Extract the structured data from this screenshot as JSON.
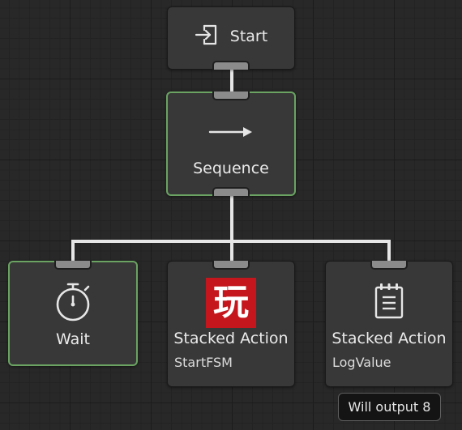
{
  "graph": {
    "nodes": {
      "start": {
        "label": "Start",
        "icon": "enter-icon",
        "selected": false
      },
      "sequence": {
        "label": "Sequence",
        "icon": "arrow-right-icon",
        "selected": true
      },
      "wait": {
        "label": "Wait",
        "icon": "stopwatch-icon",
        "selected": true
      },
      "stacked_fsm": {
        "label": "Stacked Action",
        "subtitle": "StartFSM",
        "icon": "fsm-logo-icon",
        "icon_glyph": "玩",
        "selected": false
      },
      "stacked_log": {
        "label": "Stacked Action",
        "subtitle": "LogValue",
        "icon": "clipboard-icon",
        "selected": false,
        "output_badge": "Will output 8"
      }
    },
    "colors": {
      "background": "#282828",
      "node_fill": "#383838",
      "selected_border": "#6aa362",
      "connection": "#e6e6e6",
      "port": "#8b8b8b",
      "fsm_icon_bg": "#c4161c"
    }
  }
}
